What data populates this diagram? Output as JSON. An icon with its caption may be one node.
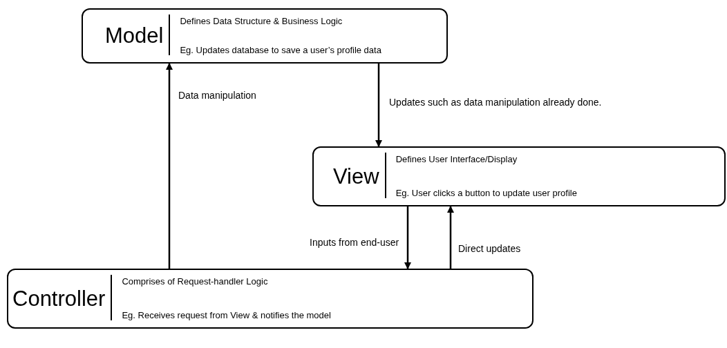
{
  "diagram": {
    "nodes": [
      {
        "text": [
          "Model",
          "Defines Data Structure & Business Logic",
          "Eg. Updates database to save a user’s profile data"
        ]
      },
      {
        "text": [
          "View",
          "Defines User Interface/Display",
          "Eg. User clicks a button to update user profile"
        ]
      },
      {
        "text": [
          "Controller",
          "Comprises of Request-handler Logic",
          "Eg. Receives request from View & notifies the model"
        ]
      }
    ],
    "edges": [
      {
        "from": 2,
        "to": 0,
        "arrow": "to",
        "label": "Data manipulation"
      },
      {
        "from": 0,
        "to": 1,
        "arrow": "to",
        "label": "Updates such as data manipulation already done."
      },
      {
        "from": 1,
        "to": 2,
        "arrow": "to",
        "label": "Inputs from end-user"
      },
      {
        "from": 2,
        "to": 1,
        "arrow": "to",
        "label": "Direct updates"
      }
    ]
  }
}
